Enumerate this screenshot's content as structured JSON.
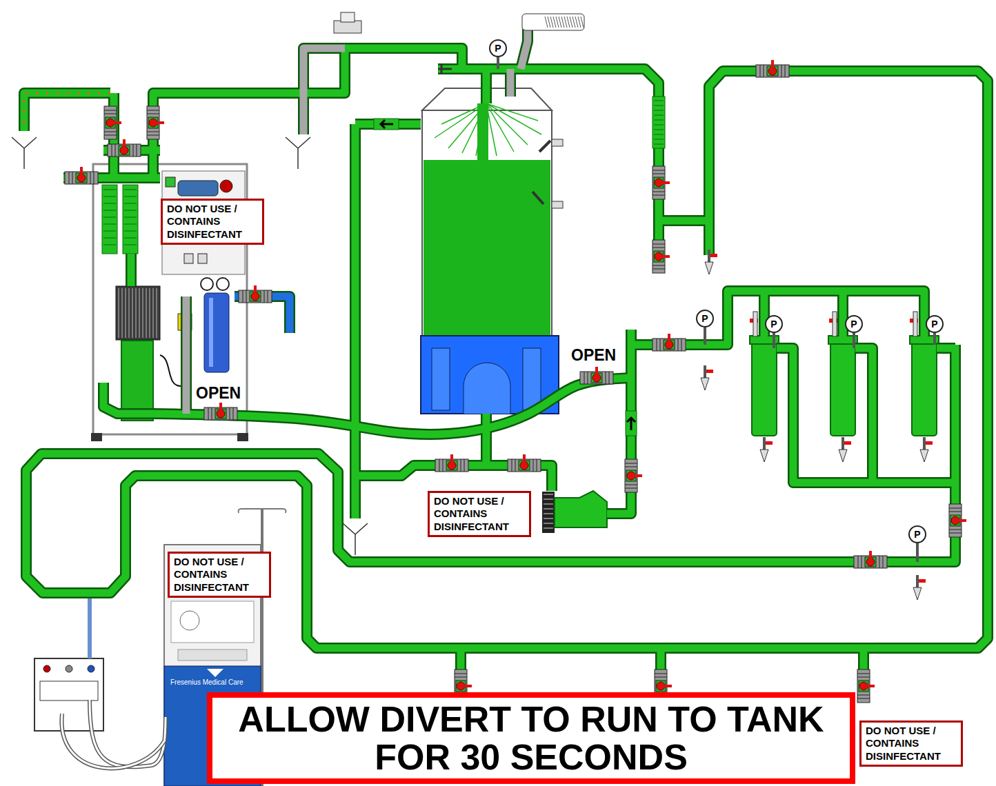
{
  "diagram": {
    "nodes": [
      {
        "text": [
          "P"
        ]
      },
      {
        "text": [
          "DO NOT USE / CONTAINS DISINFECTANT"
        ]
      },
      {
        "text": [
          "P"
        ]
      },
      {
        "text": [
          "P"
        ]
      },
      {
        "text": [
          "P"
        ]
      },
      {
        "text": [
          "P"
        ]
      },
      {
        "text": [
          "DO NOT USE / CONTAINS DISINFECTANT"
        ]
      },
      {
        "text": [
          "P"
        ]
      },
      {
        "text": [
          "DO NOT USE / CONTAINS DISINFECTANT"
        ]
      },
      {
        "text": [
          "ALLOW DIVERT TO RUN TO TANK FOR 30 SECONDS"
        ]
      },
      {
        "text": [
          "DO NOT USE / CONTAINS DISINFECTANT"
        ]
      }
    ],
    "labels": [
      "OPEN",
      "OPEN",
      "Fresenius Medical Care"
    ]
  }
}
